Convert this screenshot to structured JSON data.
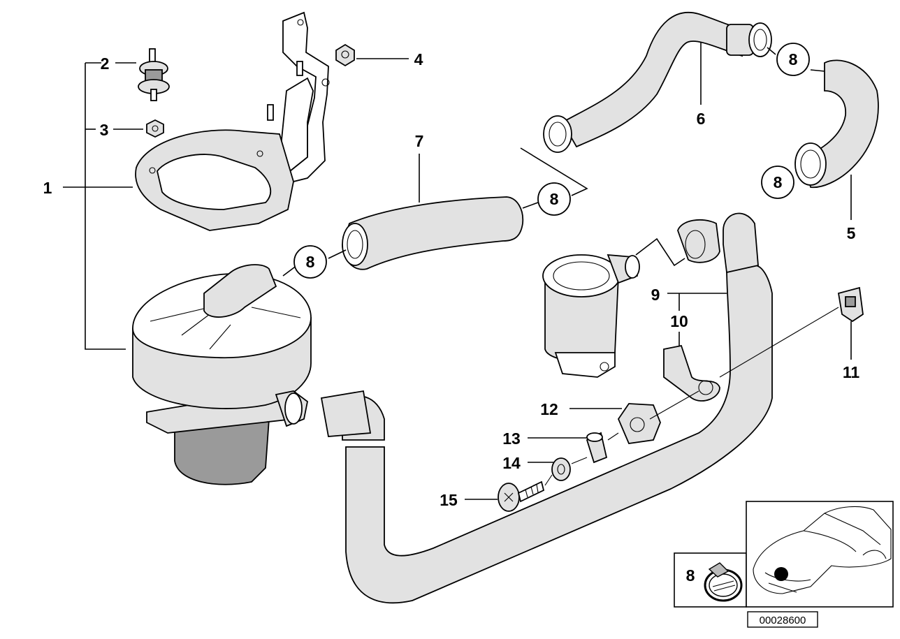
{
  "diagram": {
    "callouts": [
      {
        "id": "c1",
        "text": "1"
      },
      {
        "id": "c2",
        "text": "2"
      },
      {
        "id": "c3",
        "text": "3"
      },
      {
        "id": "c4",
        "text": "4"
      },
      {
        "id": "c5",
        "text": "5"
      },
      {
        "id": "c6",
        "text": "6"
      },
      {
        "id": "c7",
        "text": "7"
      },
      {
        "id": "c8a",
        "text": "8"
      },
      {
        "id": "c8b",
        "text": "8"
      },
      {
        "id": "c8c",
        "text": "8"
      },
      {
        "id": "c8d",
        "text": "8"
      },
      {
        "id": "c9",
        "text": "9"
      },
      {
        "id": "c10",
        "text": "10"
      },
      {
        "id": "c11",
        "text": "11"
      },
      {
        "id": "c12",
        "text": "12"
      },
      {
        "id": "c13",
        "text": "13"
      },
      {
        "id": "c14",
        "text": "14"
      },
      {
        "id": "c15",
        "text": "15"
      }
    ],
    "inset_clamp_label": "8",
    "image_code": "00028600"
  }
}
